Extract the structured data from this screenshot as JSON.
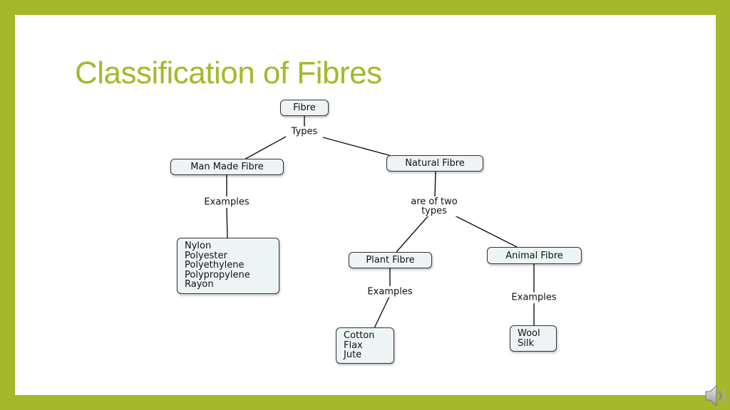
{
  "slide": {
    "title": "Classification of Fibres"
  },
  "diagram": {
    "nodes": {
      "fibre": "Fibre",
      "man_made": "Man Made Fibre",
      "natural": "Natural Fibre",
      "plant": "Plant Fibre",
      "animal": "Animal Fibre",
      "man_made_examples": [
        "Nylon",
        "Polyester",
        "Polyethylene",
        "Polypropylene",
        "Rayon"
      ],
      "plant_examples": [
        "Cotton",
        "Flax",
        "Jute"
      ],
      "animal_examples": [
        "Wool",
        "Silk"
      ]
    },
    "link_labels": {
      "types": "Types",
      "examples_man_made": "Examples",
      "two_types_line1": "are of two",
      "two_types_line2": "types",
      "examples_plant": "Examples",
      "examples_animal": "Examples"
    }
  },
  "icons": {
    "speaker": "speaker-icon"
  },
  "colors": {
    "accent": "#a5b82a",
    "node_fill": "#eef3f6",
    "node_border": "#333333"
  }
}
